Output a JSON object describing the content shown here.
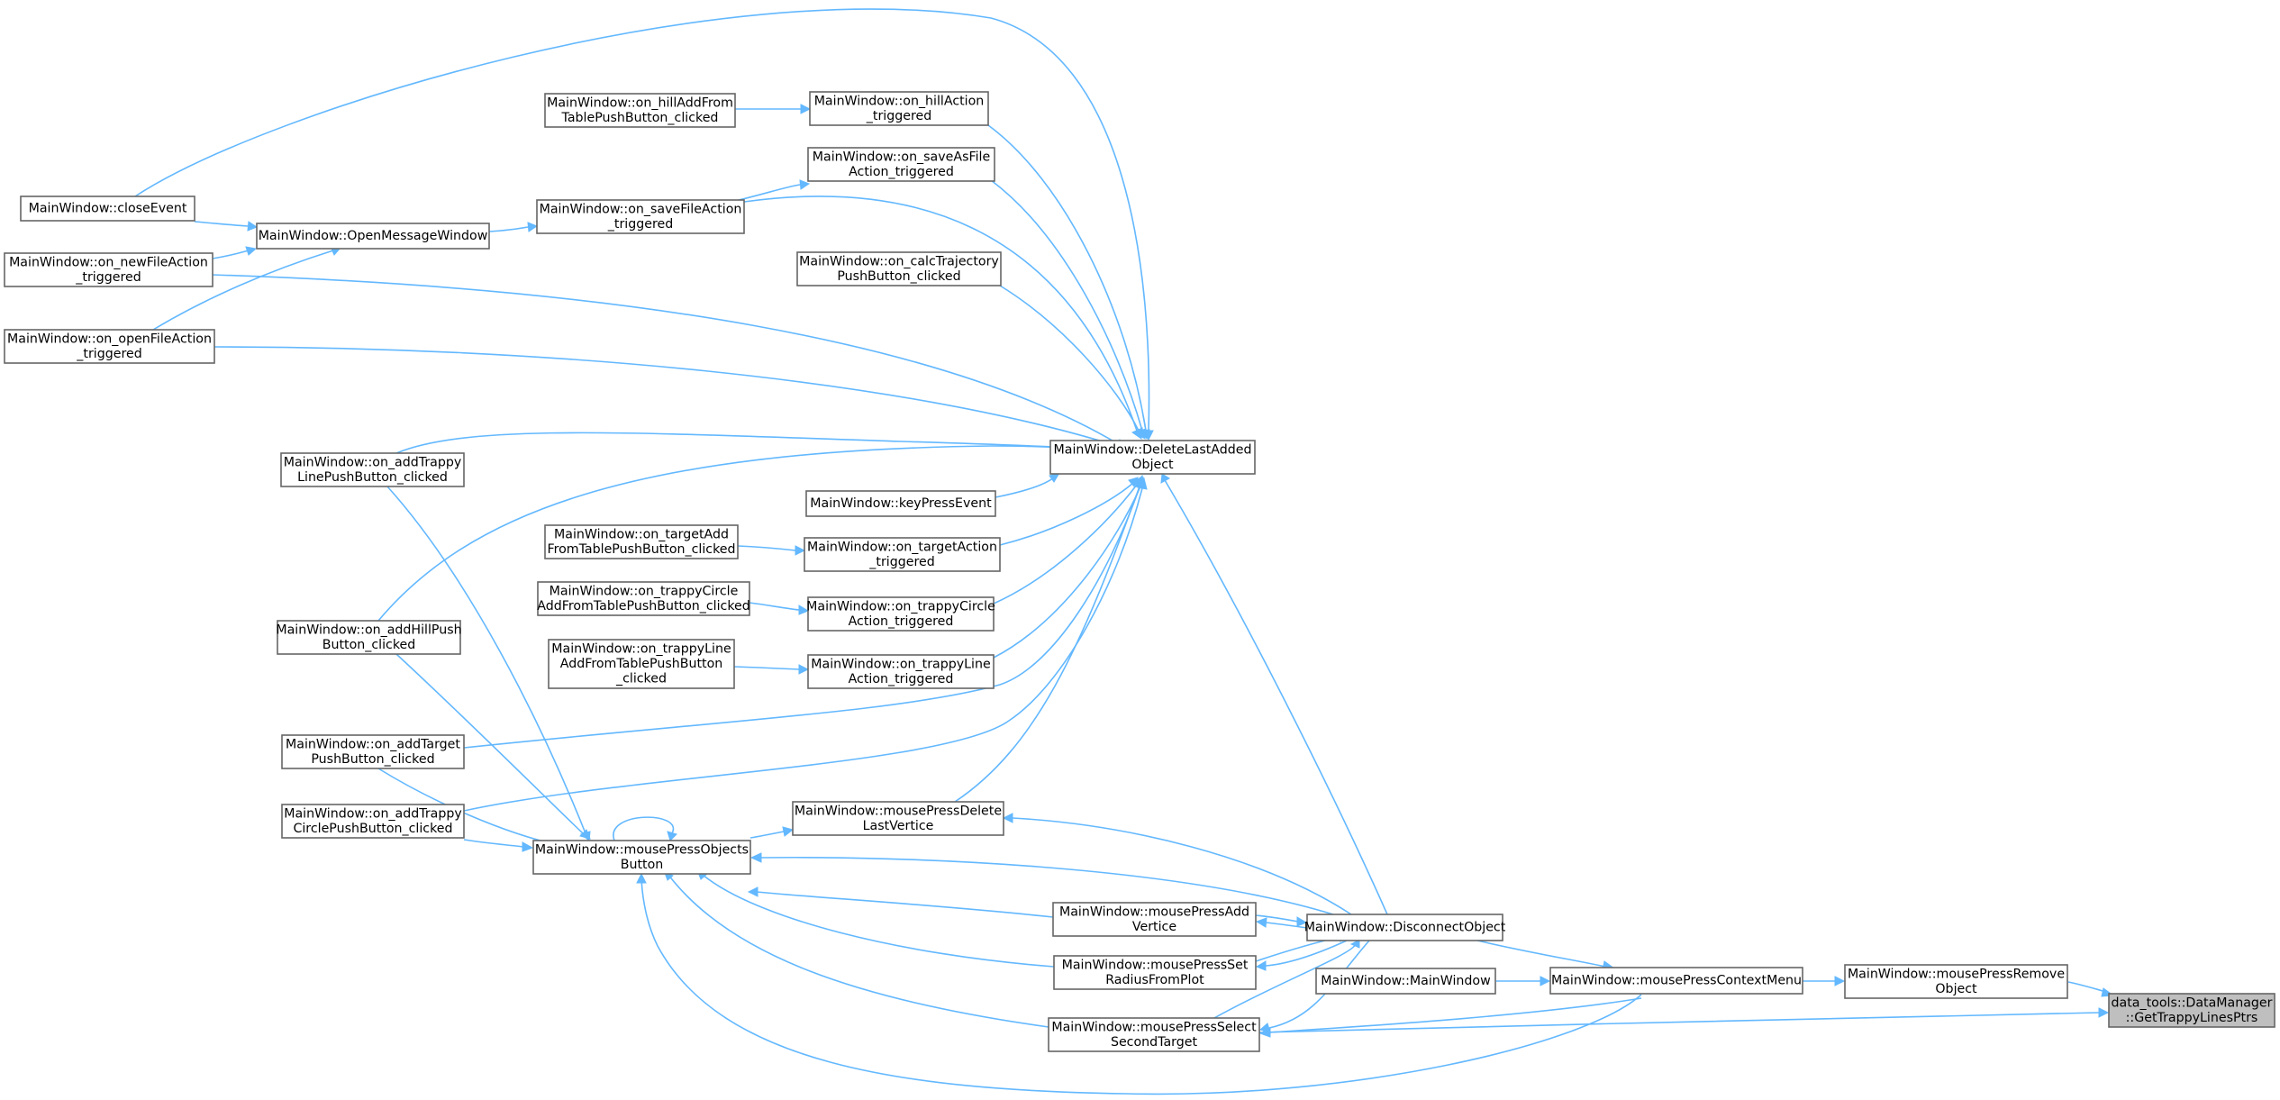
{
  "graph": {
    "accent_color": "#63b8ff",
    "root_fill": "#bfbfbf",
    "nodes": {
      "root": [
        "data_tools::DataManager",
        "::GetTrappyLinesPtrs"
      ],
      "remove": [
        "MainWindow::mousePressRemove",
        "Object"
      ],
      "ctx": [
        "MainWindow::mousePressContextMenu"
      ],
      "mw": [
        "MainWindow::MainWindow"
      ],
      "disc": [
        "MainWindow::DisconnectObject"
      ],
      "select": [
        "MainWindow::mousePressSelect",
        "SecondTarget"
      ],
      "radius": [
        "MainWindow::mousePressSet",
        "RadiusFromPlot"
      ],
      "addv": [
        "MainWindow::mousePressAdd",
        "Vertice"
      ],
      "delv": [
        "MainWindow::mousePressDelete",
        "LastVertice"
      ],
      "objbtn": [
        "MainWindow::mousePressObjects",
        "Button"
      ],
      "dla": [
        "MainWindow::DeleteLastAdded",
        "Object"
      ],
      "hillAddTable": [
        "MainWindow::on_hillAddFrom",
        "TablePushButton_clicked"
      ],
      "hillAct": [
        "MainWindow::on_hillAction",
        "_triggered"
      ],
      "saveAs": [
        "MainWindow::on_saveAsFile",
        "Action_triggered"
      ],
      "closeEv": [
        "MainWindow::closeEvent"
      ],
      "openMsg": [
        "MainWindow::OpenMessageWindow"
      ],
      "saveFile": [
        "MainWindow::on_saveFileAction",
        "_triggered"
      ],
      "newFile": [
        "MainWindow::on_newFileAction",
        "_triggered"
      ],
      "calcTraj": [
        "MainWindow::on_calcTrajectory",
        "PushButton_clicked"
      ],
      "openFile": [
        "MainWindow::on_openFileAction",
        "_triggered"
      ],
      "addTrappyLine": [
        "MainWindow::on_addTrappy",
        "LinePushButton_clicked"
      ],
      "keyPress": [
        "MainWindow::keyPressEvent"
      ],
      "targetAddTable": [
        "MainWindow::on_targetAdd",
        "FromTablePushButton_clicked"
      ],
      "targetAct": [
        "MainWindow::on_targetAction",
        "_triggered"
      ],
      "trappyCircleAddTable": [
        "MainWindow::on_trappyCircle",
        "AddFromTablePushButton_clicked"
      ],
      "trappyCircleAct": [
        "MainWindow::on_trappyCircle",
        "Action_triggered"
      ],
      "addHill": [
        "MainWindow::on_addHillPush",
        "Button_clicked"
      ],
      "trappyLineAddTable": [
        "MainWindow::on_trappyLine",
        "AddFromTablePushButton",
        "_clicked"
      ],
      "trappyLineAct": [
        "MainWindow::on_trappyLine",
        "Action_triggered"
      ],
      "addTarget": [
        "MainWindow::on_addTarget",
        "PushButton_clicked"
      ],
      "addTrappyCircle": [
        "MainWindow::on_addTrappy",
        "CirclePushButton_clicked"
      ]
    }
  }
}
